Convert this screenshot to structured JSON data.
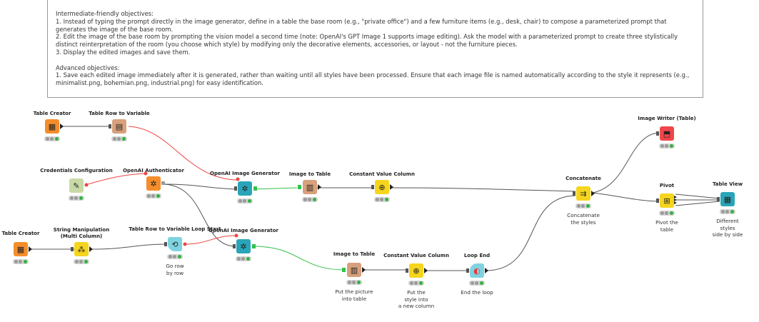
{
  "annotation": {
    "lines": [
      "Intermediate-friendly objectives:",
      "1. Instead of typing the prompt directly in the image generator, define in a table the base room (e.g., \"private office\") and a few furniture items (e.g., desk, chair) to compose a parameterized prompt that generates the image of the base room.",
      "2. Edit the image of the base room by prompting the vision model a second time (note: OpenAI's GPT Image 1 supports image editing). Ask the model with a parameterized prompt to create three stylistically distinct reinterpretation of the room (you choose which style) by modifying only the decorative elements, accessories, or layout - not the furniture pieces.",
      "3. Display the edited images and save them.",
      "",
      "Advanced objectives:",
      "1. Save each edited image immediately after it is generated, rather than waiting until all styles have been processed. Ensure that each image file is named automatically according to the style it represents (e.g., minimalist.png, bohemian.png, industrial.png) for easy identification."
    ]
  },
  "nodes": [
    {
      "id": "n1",
      "title": "Table Creator",
      "description": "",
      "color": "#f58d2b",
      "icon": "table-creator-icon",
      "glyph": "▦"
    },
    {
      "id": "n2",
      "title": "Table Row to Variable",
      "description": "",
      "color": "#d8a07c",
      "icon": "row-to-variable-icon",
      "glyph": "▤"
    },
    {
      "id": "n3",
      "title": "Credentials Configuration",
      "description": "",
      "color": "#c8d9a6",
      "icon": "credentials-icon",
      "glyph": "✎"
    },
    {
      "id": "n4",
      "title": "OpenAI Authenticator",
      "description": "",
      "color": "#f58d2b",
      "icon": "openai-icon",
      "glyph": "✲"
    },
    {
      "id": "n5",
      "title": "OpenAI Image Generator",
      "description": "",
      "color": "#2aa5b8",
      "icon": "openai-icon",
      "glyph": "✲"
    },
    {
      "id": "n6",
      "title": "Image to Table",
      "description": "",
      "color": "#d8a07c",
      "icon": "image-to-table-icon",
      "glyph": "▥"
    },
    {
      "id": "n7",
      "title": "Constant Value Column",
      "description": "",
      "color": "#f5d51d",
      "icon": "constant-column-icon",
      "glyph": "⊕"
    },
    {
      "id": "n8",
      "title": "Table Creator",
      "description": "",
      "color": "#f58d2b",
      "icon": "table-creator-icon",
      "glyph": "▦"
    },
    {
      "id": "n9",
      "title": "String Manipulation (Multi Column)",
      "description": "",
      "color": "#f5d51d",
      "icon": "string-manipulation-icon",
      "glyph": "⁂"
    },
    {
      "id": "n10",
      "title": "Table Row to Variable Loop Start",
      "description": "Go row\nby row",
      "color": "#7fd3e0",
      "icon": "loop-start-icon",
      "glyph": "⟲"
    },
    {
      "id": "n11",
      "title": "OpenAI Image Generator",
      "description": "",
      "color": "#2aa5b8",
      "icon": "openai-icon",
      "glyph": "✲"
    },
    {
      "id": "n12",
      "title": "Image to Table",
      "description": "Put the picture\ninto table",
      "color": "#d8a07c",
      "icon": "image-to-table-icon",
      "glyph": "▥"
    },
    {
      "id": "n13",
      "title": "Constant Value Column",
      "description": "Put the\nstyle into\na new column",
      "color": "#f5d51d",
      "icon": "constant-column-icon",
      "glyph": "⊕"
    },
    {
      "id": "n14",
      "title": "Loop End",
      "description": "End the loop",
      "color": "#7fd3e0",
      "icon": "loop-end-icon",
      "glyph": "◐"
    },
    {
      "id": "n15",
      "title": "Concatenate",
      "description": "Concatenate\nthe styles",
      "color": "#f5d51d",
      "icon": "concatenate-icon",
      "glyph": "⇉"
    },
    {
      "id": "n16",
      "title": "Image Writer (Table)",
      "description": "",
      "color": "#f0464b",
      "icon": "image-writer-icon",
      "glyph": "⬒"
    },
    {
      "id": "n17",
      "title": "Pivot",
      "description": "Pivot the\ntable",
      "color": "#f5d51d",
      "icon": "pivot-icon",
      "glyph": "⊞"
    },
    {
      "id": "n18",
      "title": "Table View",
      "description": "Different\nstyles\nside by side",
      "color": "#2aa5b8",
      "icon": "table-view-icon",
      "glyph": "▦"
    }
  ]
}
